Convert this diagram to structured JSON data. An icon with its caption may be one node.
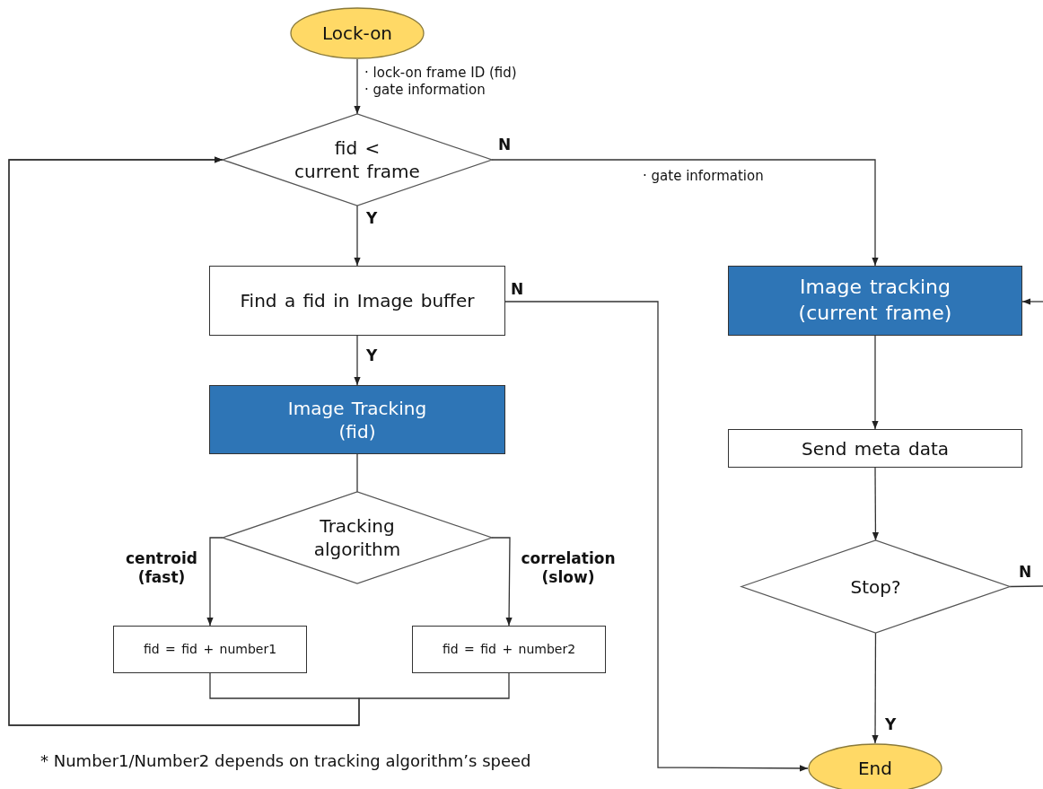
{
  "diagram": {
    "nodes": [
      {
        "text": [
          "Lock-on"
        ]
      },
      {
        "text": [
          "fid <",
          "current frame"
        ]
      },
      {
        "text": [
          "Find a fid in Image buffer"
        ]
      },
      {
        "text": [
          "Image Tracking (fid)"
        ]
      },
      {
        "text": [
          "Tracking algorithm"
        ]
      },
      {
        "text": [
          "fid = fid + number1"
        ]
      },
      {
        "text": [
          "fid = fid + number2"
        ]
      },
      {
        "text": [
          "Image tracking (current frame)"
        ]
      },
      {
        "text": [
          "Send meta data"
        ]
      },
      {
        "text": [
          "Stop?"
        ]
      },
      {
        "text": [
          "End"
        ]
      }
    ],
    "edges": [
      {
        "from": 0,
        "to": 1,
        "arrow": "to",
        "label": "· lock-on frame ID (fid) · gate information"
      },
      {
        "from": 1,
        "to": 2,
        "arrow": "to",
        "label": "Y"
      },
      {
        "from": 1,
        "to": 7,
        "arrow": "to",
        "label": "N"
      },
      {
        "from": 2,
        "to": 3,
        "arrow": "to",
        "label": "Y"
      },
      {
        "from": 2,
        "to": 10,
        "arrow": "to",
        "label": "N"
      },
      {
        "from": 3,
        "to": 4,
        "arrow": "none"
      },
      {
        "from": 4,
        "to": 5,
        "arrow": "to",
        "label": "centroid (fast)"
      },
      {
        "from": 4,
        "to": 6,
        "arrow": "to",
        "label": "correlation (slow)"
      },
      {
        "from": 5,
        "to": 1,
        "arrow": "to"
      },
      {
        "from": 6,
        "to": 1,
        "arrow": "to"
      },
      {
        "from": 7,
        "to": 8,
        "arrow": "to"
      },
      {
        "from": 8,
        "to": 9,
        "arrow": "to"
      },
      {
        "from": 9,
        "to": 10,
        "arrow": "to",
        "label": "Y"
      },
      {
        "from": 9,
        "to": null,
        "arrow": "none",
        "label": "N"
      },
      {
        "from": null,
        "to": 7,
        "arrow": "to"
      }
    ],
    "labels": [
      "· gate information",
      "* Number1/Number2 depends on tracking algorithm’s speed"
    ]
  }
}
